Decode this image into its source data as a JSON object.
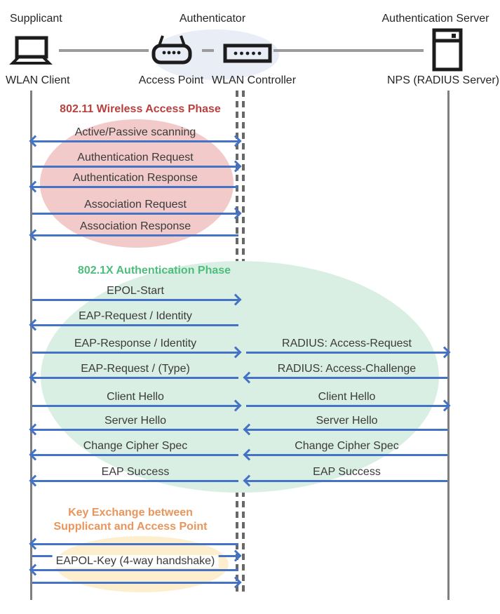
{
  "header": {
    "supplicant": {
      "role": "Supplicant",
      "device": "WLAN Client"
    },
    "authenticator": {
      "role": "Authenticator",
      "devices": [
        "Access Point",
        "WLAN Controller"
      ]
    },
    "authentication_server": {
      "role": "Authentication Server",
      "device": "NPS (RADIUS Server)"
    }
  },
  "colors": {
    "arrow_blue": "#4472c4",
    "lifeline_gray": "#7f7f7f",
    "red_phase_title": "#b8403e",
    "green_phase_title": "#4dbd7c",
    "orange_phase_title": "#e8965c",
    "red_ellipse": "#f2caca",
    "green_ellipse": "#daefe4",
    "yellow_ellipse": "#fdeecd",
    "authenticator_ellipse": "#e9edf6"
  },
  "phases": [
    {
      "id": "wireless-access",
      "title": "802.11 Wireless Access Phase",
      "title_color": "#b8403e",
      "ellipse_color": "#f2caca",
      "rows": [
        {
          "left": {
            "label": "Active/Passive scanning",
            "dir": "both"
          }
        },
        {
          "left": {
            "label": "Authentication Request",
            "dir": "right"
          }
        },
        {
          "left": {
            "label": "Authentication Response",
            "dir": "left"
          }
        },
        {
          "left": {
            "label": "Association Request",
            "dir": "right"
          }
        },
        {
          "left": {
            "label": "Association Response",
            "dir": "left"
          }
        }
      ]
    },
    {
      "id": "dot1x-auth",
      "title": "802.1X Authentication Phase",
      "title_color": "#4dbd7c",
      "ellipse_color": "#daefe4",
      "rows": [
        {
          "left": {
            "label": "EPOL-Start",
            "dir": "right"
          }
        },
        {
          "left": {
            "label": "EAP-Request / Identity",
            "dir": "left"
          }
        },
        {
          "left": {
            "label": "EAP-Response / Identity",
            "dir": "right"
          },
          "right": {
            "label": "RADIUS: Access-Request",
            "dir": "right"
          }
        },
        {
          "left": {
            "label": "EAP-Request / (Type)",
            "dir": "left"
          },
          "right": {
            "label": "RADIUS: Access-Challenge",
            "dir": "left"
          }
        },
        {
          "left": {
            "label": "Client Hello",
            "dir": "right"
          },
          "right": {
            "label": "Client Hello",
            "dir": "right"
          }
        },
        {
          "left": {
            "label": "Server Hello",
            "dir": "left"
          },
          "right": {
            "label": "Server Hello",
            "dir": "left"
          }
        },
        {
          "left": {
            "label": "Change Cipher Spec",
            "dir": "left"
          },
          "right": {
            "label": "Change Cipher Spec",
            "dir": "left"
          }
        },
        {
          "left": {
            "label": "EAP Success",
            "dir": "left"
          },
          "right": {
            "label": "EAP Success",
            "dir": "left"
          }
        }
      ]
    },
    {
      "id": "key-exchange",
      "title": "Key Exchange between\nSupplicant and Access Point",
      "title_color": "#e8965c",
      "ellipse_color": "#fdeecd",
      "rows": [
        {
          "left": {
            "label": "",
            "dir": "left"
          }
        },
        {
          "left": {
            "label": "",
            "dir": "right"
          }
        },
        {
          "left": {
            "label": "EAPOL-Key (4-way handshake)",
            "dir": "left"
          }
        },
        {
          "left": {
            "label": "",
            "dir": "right"
          }
        }
      ]
    }
  ]
}
